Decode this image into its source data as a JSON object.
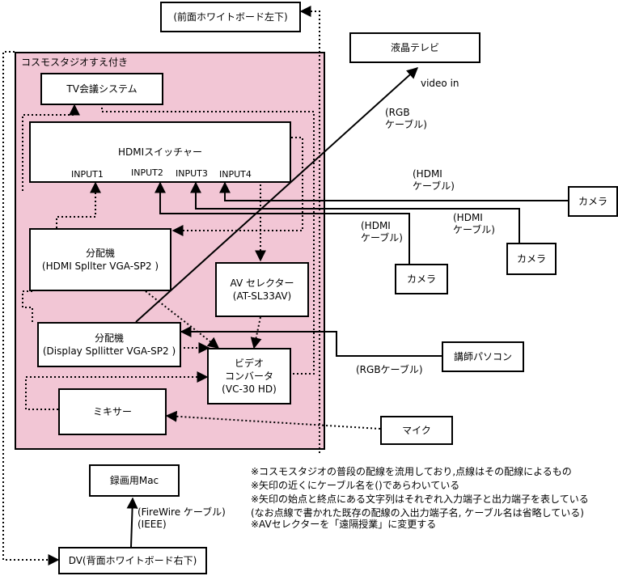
{
  "region": {
    "label": "コスモスタジオすえ付き"
  },
  "nodes": {
    "whiteboard_front": "(前面ホワイトボード左下)",
    "lcd_tv": "液晶テレビ",
    "tv_conf": "TV会議システム",
    "hdmi_switcher": "HDMIスイッチャー",
    "splitter_hdmi": "分配機\n(HDMI Spllter VGA-SP2 )",
    "av_selector": "AV セレクター\n(AT-SL33AV)",
    "splitter_display": "分配機\n(Display Spllitter VGA-SP2 )",
    "video_converter": "ビデオ\nコンバータ\n(VC-30 HD)",
    "mixer": "ミキサー",
    "camera_right": "カメラ",
    "camera_mid": "カメラ",
    "camera_left": "カメラ",
    "lecturer_pc": "講師パソコン",
    "mic": "マイク",
    "rec_mac": "録画用Mac",
    "dv": "DV(背面ホワイトボード右下)"
  },
  "ports": [
    "INPUT1",
    "INPUT2",
    "INPUT3",
    "INPUT4"
  ],
  "edge_labels": {
    "video_in": "video in",
    "rgb_cable": "(RGB\nケーブル)",
    "hdmi_cable_right": "(HDMI\nケーブル)",
    "hdmi_cable_mid": "(HDMI\nケーブル)",
    "hdmi_cable_left": "(HDMI\nケーブル)",
    "rgb_cable_pc": "(RGBケーブル)",
    "firewire": "(FireWire ケーブル)\n(IEEE)"
  },
  "notes": [
    "※コスモスタジオの普段の配線を流用しており,点線はその配線によるもの",
    "※矢印の近くにケーブル名を()であらわいている",
    "※矢印の始点と終点にある文字列はそれぞれ入力端子と出力端子を表している",
    "(なお点線で書かれた既存の配線の入出力端子名, ケーブル名は省略している)",
    "※AVセレクターを「遠隔授業」に変更する"
  ],
  "colors": {
    "region_fill": "#f2c6d5",
    "line": "#000000"
  }
}
